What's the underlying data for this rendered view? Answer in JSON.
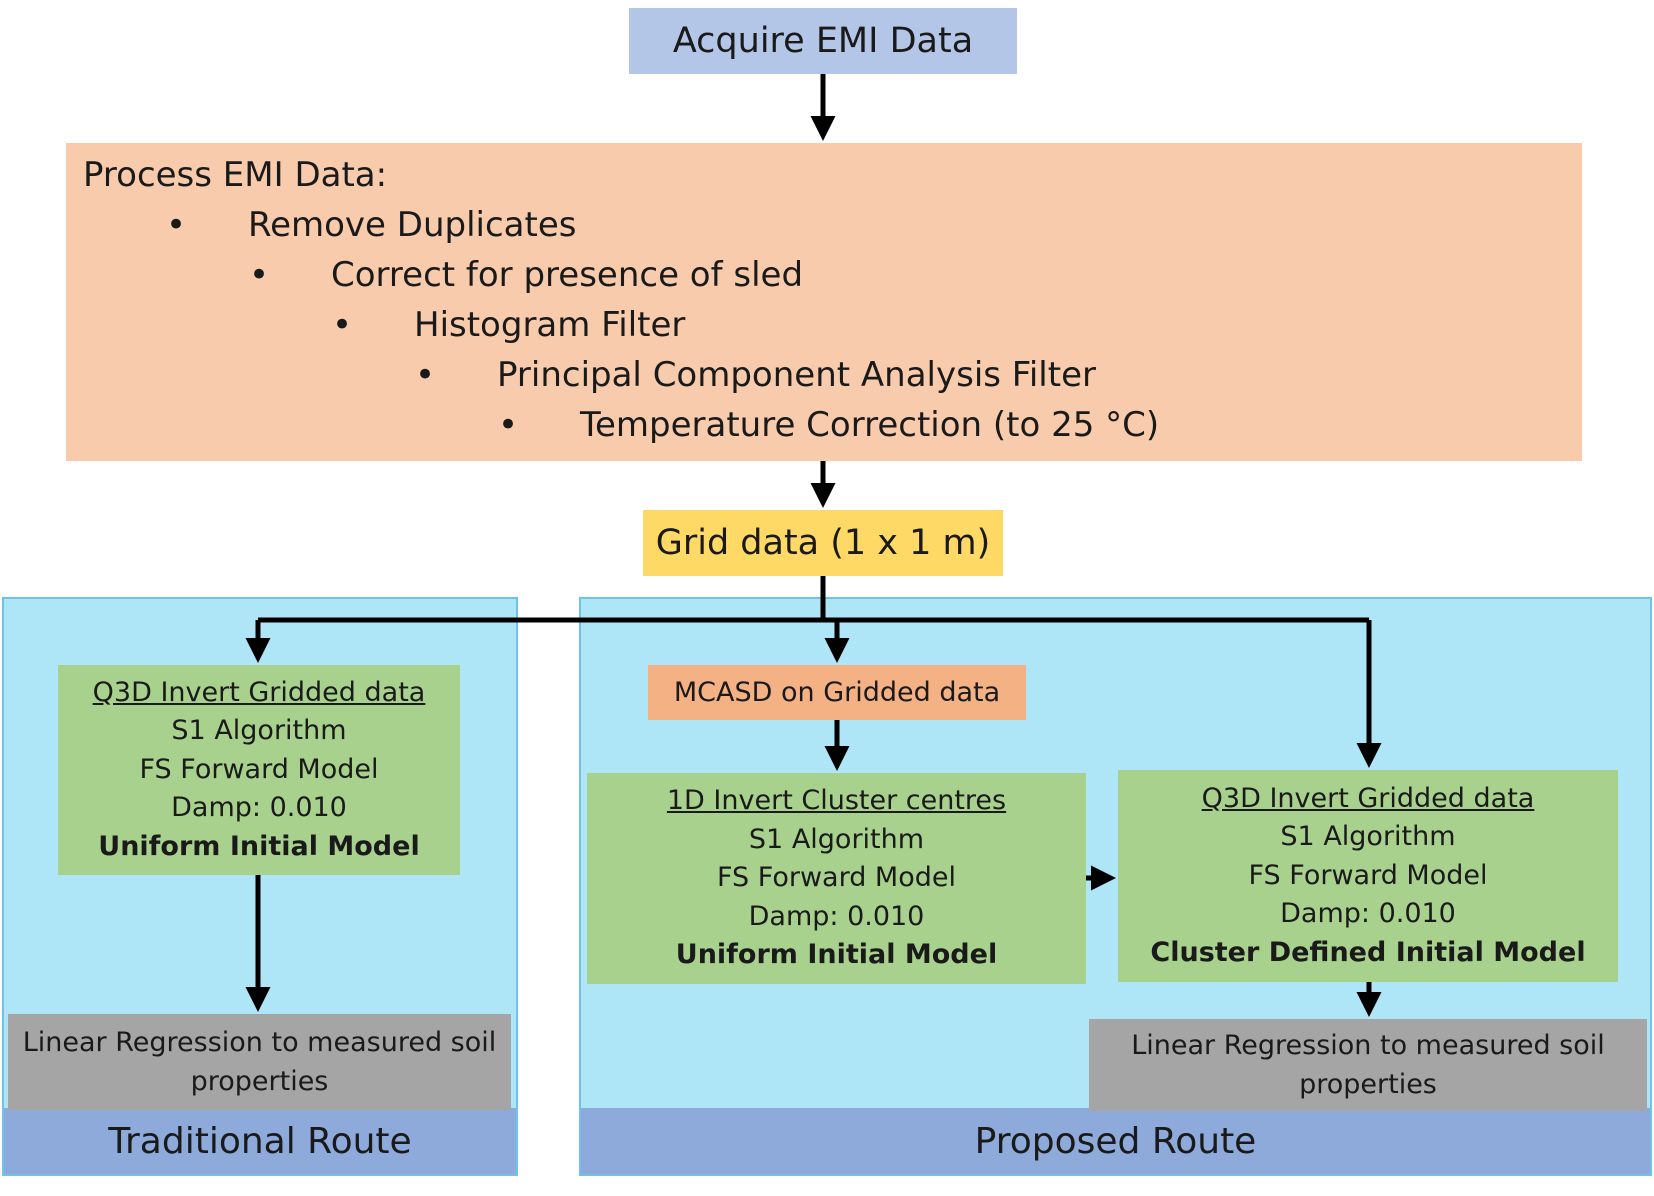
{
  "acquire": "Acquire EMI Data",
  "process": {
    "title": "Process EMI Data:",
    "bullet": "•",
    "items": [
      "Remove Duplicates",
      "Correct for presence of sled",
      "Histogram Filter",
      "Principal Component Analysis Filter",
      "Temperature Correction (to 25 °C)"
    ]
  },
  "grid": "Grid data (1 x 1 m)",
  "traditional": {
    "label": "Traditional Route",
    "invert": {
      "title": "Q3D Invert Gridded data",
      "algorithm": "S1 Algorithm",
      "forward": "FS Forward Model",
      "damp": "Damp: 0.010",
      "initial": "Uniform Initial Model"
    },
    "regression": [
      "Linear Regression to measured soil",
      "properties"
    ]
  },
  "proposed": {
    "label": "Proposed Route",
    "mcasd": "MCASD on Gridded data",
    "invert1d": {
      "title": "1D Invert Cluster centres",
      "algorithm": "S1 Algorithm",
      "forward": "FS Forward Model",
      "damp": "Damp: 0.010",
      "initial": "Uniform Initial Model"
    },
    "invert3d": {
      "title": "Q3D Invert Gridded data",
      "algorithm": "S1 Algorithm",
      "forward": "FS Forward Model",
      "damp": "Damp: 0.010",
      "initial": "Cluster Defined Initial Model"
    },
    "regression": [
      "Linear Regression to measured soil",
      "properties"
    ]
  }
}
